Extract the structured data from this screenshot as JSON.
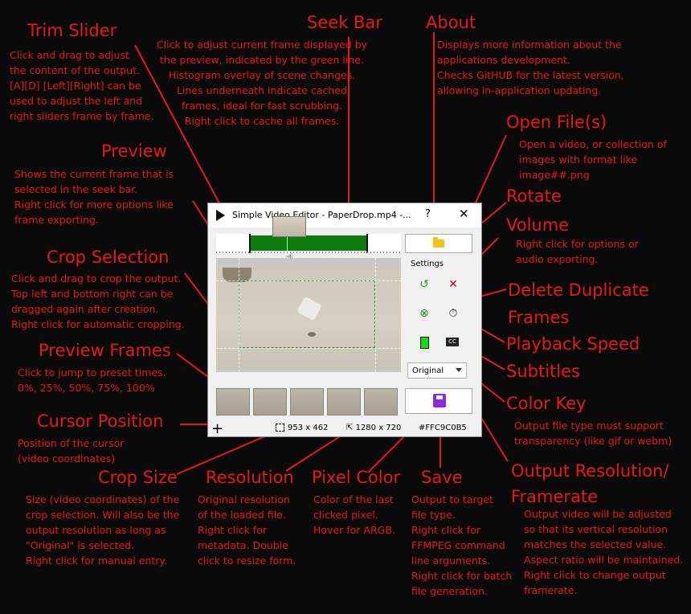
{
  "window": {
    "title": "Simple Video Editor - PaperDrop.mp4 -...",
    "help_symbol": "?",
    "close_symbol": "✕",
    "settings_label": "Settings",
    "output_option": "Original",
    "status": {
      "cursor_symbol": "+",
      "crop_size": "953 x 462",
      "resolution": "1280 x 720",
      "pixel_color": "#FFC9C0B5"
    }
  },
  "annotations": {
    "trim": {
      "title": "Trim Slider",
      "text": [
        "Click and drag to adjust",
        "the content of the output.",
        "[A][D] [Left][Right] can be",
        "used to adjust the left and",
        "right sliders frame by frame."
      ]
    },
    "seek": {
      "title": "Seek Bar",
      "text": [
        "Click to adjust current frame displayed by",
        "the preview, indicated by the green line.",
        "Histogram overlay of scene changes.",
        "Lines underneath indicate cached",
        "frames, ideal for fast scrubbing.",
        "Right click to cache all frames."
      ]
    },
    "about": {
      "title": "About",
      "text": [
        "Displays more information about the",
        "applications development.",
        "Checks GitHUB for the latest version,",
        "allowing in-application updating."
      ]
    },
    "preview": {
      "title": "Preview",
      "text": [
        "Shows the current frame that is",
        "selected in the seek bar.",
        "Right click for more options like",
        "frame exporting."
      ]
    },
    "open": {
      "title": "Open File(s)",
      "text": [
        "Open a video, or collection of",
        "images with format like",
        "image##.png"
      ]
    },
    "rotate": {
      "title": "Rotate"
    },
    "volume": {
      "title": "Volume",
      "text": [
        "Right click for options or",
        "audio exporting."
      ]
    },
    "crop": {
      "title": "Crop Selection",
      "text": [
        "Click and drag to crop the output.",
        "Top left and bottom right can be",
        "dragged again after creation.",
        "Right click for automatic cropping."
      ]
    },
    "duplicate": {
      "title": [
        "Delete Duplicate",
        "Frames"
      ]
    },
    "frames": {
      "title": "Preview Frames",
      "text": [
        "Click to jump to preset times.",
        "0%, 25%, 50%, 75%, 100%"
      ]
    },
    "speed": {
      "title": "Playback Speed"
    },
    "subtitles": {
      "title": "Subtitles"
    },
    "colorkey": {
      "title": "Color Key",
      "text": [
        "Output file type must support",
        "transparency (like gif or webm)"
      ]
    },
    "cursor": {
      "title": "Cursor Position",
      "text": [
        "Position of the cursor",
        "(video coordinates)"
      ]
    },
    "cropsize": {
      "title": "Crop Size",
      "text": [
        "Size (video coordinates) of the",
        "crop selection. Will also be the",
        "output resolution as long as",
        "\"Original\" is selected.",
        "Right click for manual entry."
      ]
    },
    "resolution": {
      "title": "Resolution",
      "text": [
        "Original resolution",
        "of the loaded file.",
        "Right click for",
        "metadata. Double",
        "click to resize form."
      ]
    },
    "pixel": {
      "title": "Pixel Color",
      "text": [
        "Color of the last",
        "clicked pixel.",
        "Hover for ARGB."
      ]
    },
    "save": {
      "title": "Save",
      "text": [
        "Output to target",
        "file type.",
        "Right click for",
        "FFMPEG command",
        "line arguments.",
        "Right click for batch",
        "file generation."
      ]
    },
    "outres": {
      "title": [
        "Output Resolution/",
        "Framerate"
      ],
      "text": [
        "Output video will be adjusted",
        "so that its vertical resolution",
        "matches the selected value.",
        "Aspect ratio will be maintained.",
        "Right click to change output",
        "framerate."
      ]
    }
  },
  "colors": {
    "annotation": "#e81919",
    "background": "#0a0a0a",
    "seek_selection": "#0c7d0c",
    "crop_box": "#1a8f1a",
    "save_icon": "#8a2be2",
    "folder_icon": "#f2c21b"
  }
}
